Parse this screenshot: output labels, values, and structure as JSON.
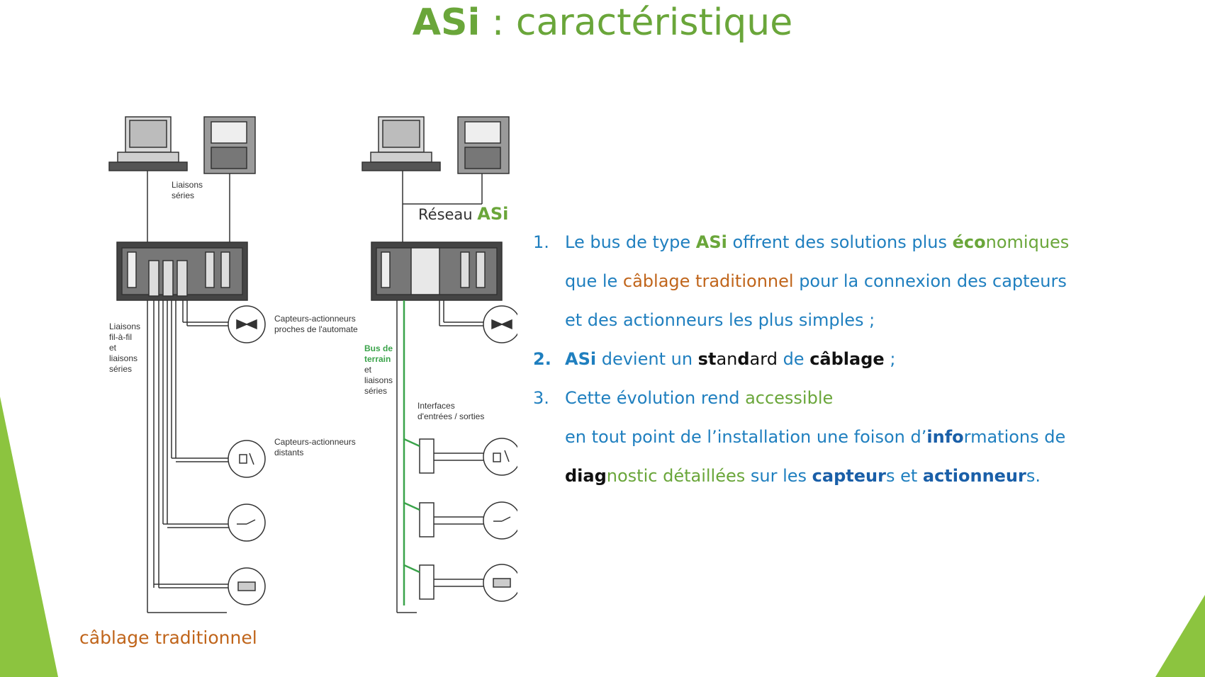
{
  "title": {
    "bold": "ASi",
    "rest": " : caractéristique"
  },
  "diagram": {
    "left_labels": {
      "liaisons_series": [
        "Liaisons",
        "séries"
      ],
      "fil_a_fil": [
        "Liaisons",
        "fil-à-fil",
        "et",
        "liaisons",
        "séries"
      ],
      "proches": [
        "Capteurs-actionneurs",
        "proches de l'automate"
      ],
      "distants": [
        "Capteurs-actionneurs",
        "distants"
      ]
    },
    "right_labels": {
      "bus_terrain": [
        "Bus de",
        "terrain"
      ],
      "et_liaisons": [
        "et",
        "liaisons",
        "séries"
      ],
      "interfaces": [
        "Interfaces",
        "d'entrées / sorties"
      ]
    },
    "reseau_label": "Réseau",
    "reseau_asi": "ASi"
  },
  "caption": "câblage traditionnel",
  "list": {
    "item1": {
      "num": "1.",
      "l1": [
        "Le bus de type ",
        "ASi",
        " offrent des solutions plus ",
        "éco",
        "nomiques"
      ],
      "l2": [
        "que le ",
        "câblage traditionnel",
        " pour la connexion des capteurs"
      ],
      "l3": "et des actionneurs les plus simples ;"
    },
    "item2": {
      "num": "2.",
      "parts": [
        "ASi",
        " devient un ",
        "st",
        "an",
        "d",
        "ard",
        " de ",
        "câblage",
        " ;"
      ]
    },
    "item3": {
      "num": "3.",
      "l1": [
        "Cette évolution rend ",
        "accessible"
      ],
      "l2": [
        "en tout point de l’installation une foison d’",
        "info",
        "rmations de"
      ],
      "l3": [
        "diag",
        "nostic ",
        "détaillées",
        " sur les ",
        "capteur",
        "s et ",
        "actionneur",
        "s."
      ]
    }
  },
  "colors": {
    "accent_green": "#6aa63a",
    "text_blue": "#1f7fbf",
    "orange": "#c0651b",
    "bus_green": "#3aa34a"
  }
}
